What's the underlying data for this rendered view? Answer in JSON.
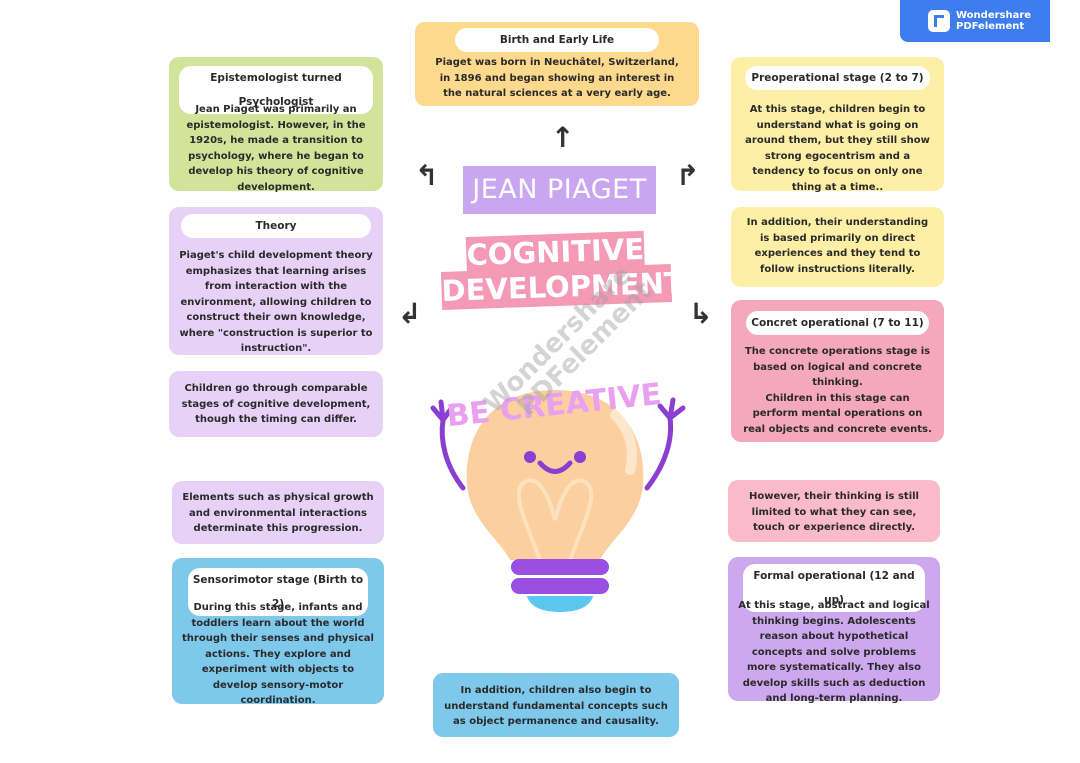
{
  "brand": {
    "line1": "Wondershare",
    "line2": "PDFelement"
  },
  "title": {
    "name": "JEAN PIAGET",
    "line1": "COGNITIVE",
    "line2": "DEVELOPMENT"
  },
  "illustration": {
    "caption": "BE CREATIVE"
  },
  "watermark": {
    "line1": "Wondershare",
    "line2": "PDFelement"
  },
  "arrows": {
    "up": "↑",
    "left": "↰",
    "right": "↱",
    "down_left": "↲",
    "down_right": "↳"
  },
  "cards": {
    "birth": {
      "heading": "Birth and Early Life",
      "body": "Piaget was born in Neuchâtel, Switzerland, in 1896 and began showing an interest in the natural sciences at a very early age."
    },
    "epistemologist": {
      "heading": "Epistemologist turned Psychologist",
      "body": "Jean Piaget was primarily an epistemologist. However, in the 1920s, he made a transition to psychology, where he began to develop his theory of cognitive development."
    },
    "theory": {
      "heading": "Theory",
      "body": "Piaget's child development theory emphasizes that learning arises from interaction with the environment, allowing children to construct their own knowledge, where \"construction is superior to instruction\"."
    },
    "stages_note": {
      "body": "Children go through comparable stages of  cognitive development, though the timing can differ."
    },
    "elements_note": {
      "body": "Elements such as physical growth and environmental interactions determinate this progression."
    },
    "sensorimotor": {
      "heading": "Sensorimotor stage (Birth to 2)",
      "body": "During this stage, infants and toddlers learn about the world through their senses and physical actions. They explore and experiment with objects to develop sensory-motor coordination."
    },
    "fundamental_note": {
      "body": "In addition, children also begin to understand fundamental concepts such as object permanence and causality."
    },
    "preoperational": {
      "heading": "Preoperational stage (2 to 7)",
      "body": "At this stage, children begin to understand what is going on around them, but they still show strong egocentrism and a tendency to focus on only one thing at a time.."
    },
    "preop_note": {
      "body": "In addition, their understanding is based primarily on direct experiences and they tend to follow instructions literally."
    },
    "concrete": {
      "heading": "Concret operational (7 to 11)",
      "body": "The concrete operations stage is based on logical and concrete thinking.\nChildren in this stage can perform mental operations on real objects and concrete events."
    },
    "concrete_note": {
      "body": "However, their thinking is still limited to what they can see, touch or experience directly."
    },
    "formal": {
      "heading": "Formal operational (12 and up)",
      "body": "At this stage, abstract and logical thinking begins. Adolescents reason about hypothetical concepts and solve problems more systematically. They also develop skills such as deduction and long-term planning."
    }
  }
}
